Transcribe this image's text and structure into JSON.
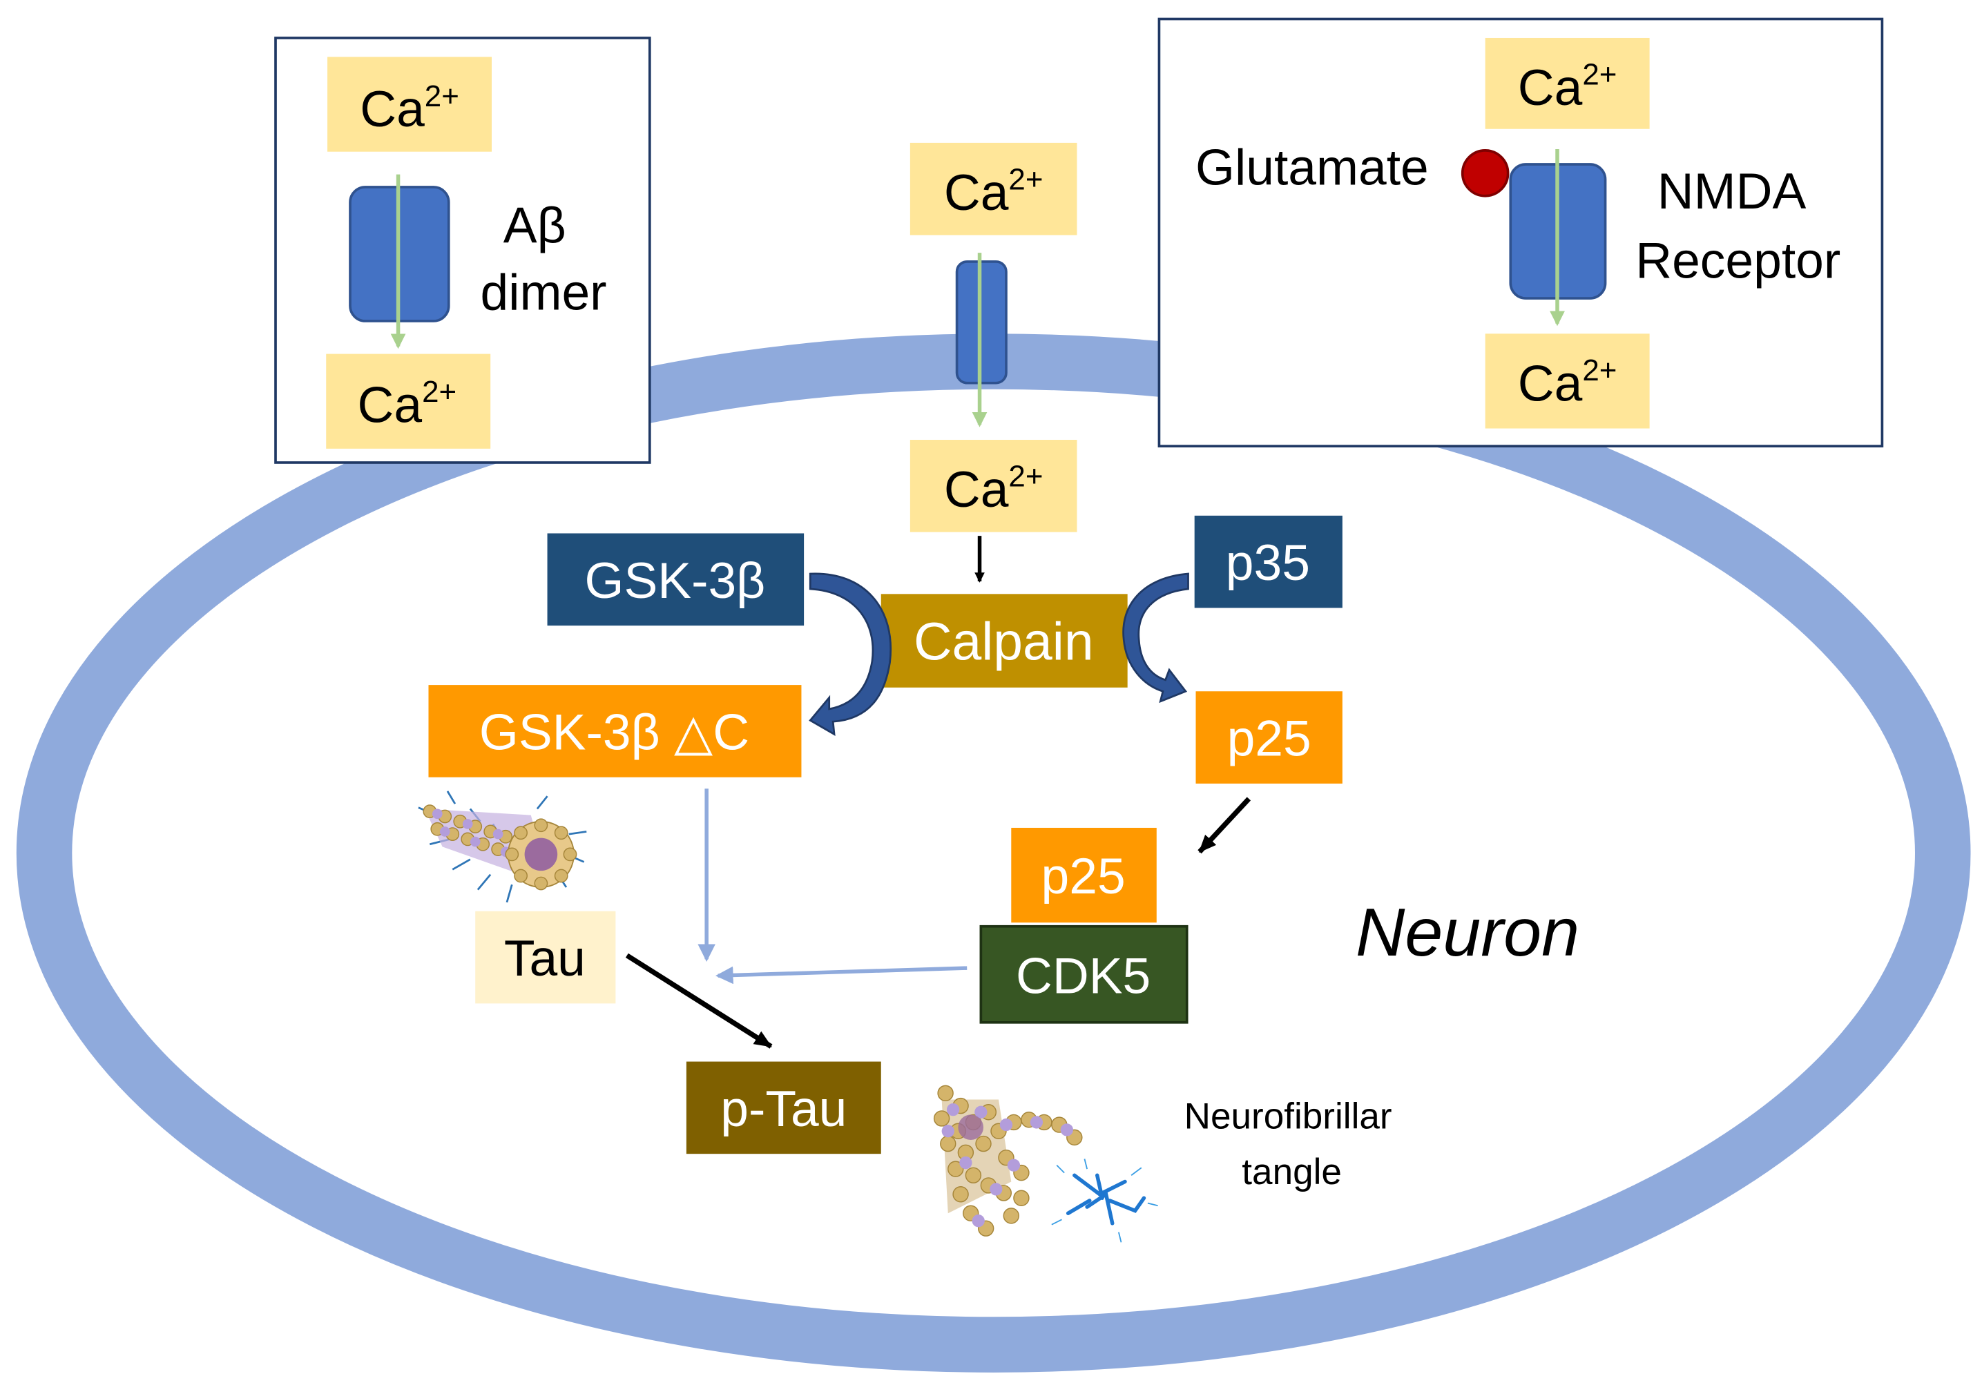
{
  "labels": {
    "ca_base": "Ca",
    "ca_charge": "2+",
    "abeta_line1": "Aβ",
    "abeta_line2": "dimer",
    "glutamate": "Glutamate",
    "nmda_line1": "NMDA",
    "nmda_line2": "Receptor",
    "gsk3b": "GSK-3β",
    "calpain": "Calpain",
    "p35": "p35",
    "gsk3b_dc": "GSK-3β △C",
    "p25": "p25",
    "p25_complex": "p25",
    "cdk5": "CDK5",
    "tau": "Tau",
    "ptau": "p-Tau",
    "neuron": "Neuron",
    "nft_line1": "Neurofibrillar",
    "nft_line2": "tangle"
  },
  "icons": {
    "microtubule": "microtubule-icon",
    "tangle": "neurofibrillary-tangle-icon",
    "channel": "ion-channel-icon"
  },
  "colors": {
    "membrane": "#8faadc",
    "ca_box": "#ffe699",
    "channel": "#4472c4",
    "channel_stroke": "#2f528f",
    "ca_arrow": "#a9d18e",
    "dark_blue": "#1f4e79",
    "orange": "#ff9900",
    "calpain": "#bf9000",
    "cdk5": "#375623",
    "ptau": "#7f6000",
    "tau_box": "#fff2cc",
    "glutamate": "#c00000",
    "light_arrow": "#8faadc"
  }
}
